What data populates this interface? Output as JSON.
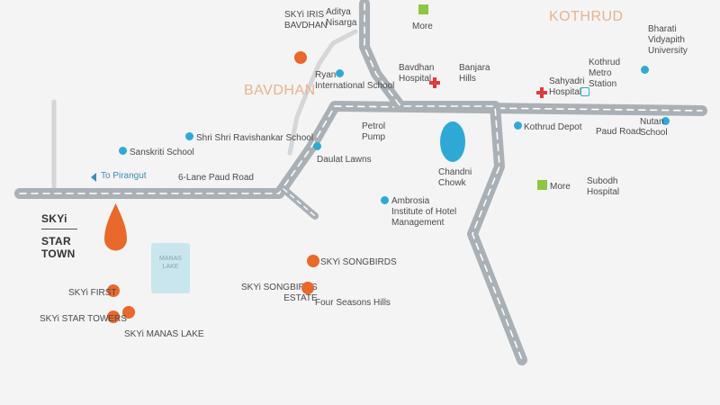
{
  "areas": {
    "bavdhan": "BAVDHAN",
    "kothrud": "KOTHRUD"
  },
  "project": {
    "brand_line1": "SKYi",
    "brand_line2": "STAR TOWN"
  },
  "direction": {
    "to_pirangut": "To Pirangut"
  },
  "roads": {
    "paud_6lane": "6-Lane Paud Road",
    "paud_road": "Paud Road"
  },
  "landmarks": {
    "skyi_iris_bavdhan": "SKYi IRIS\nBAVDHAN",
    "aditya_nisarga": "Aditya\nNisarga",
    "more_top": "More",
    "ryan_school": "Ryan\nInternational School",
    "bavdhan_hospital": "Bavdhan\nHospital",
    "banjara_hills": "Banjara\nHills",
    "sahyadri_hospital": "Sahyadri\nHospital",
    "kothrud_metro": "Kothrud\nMetro\nStation",
    "bharati_vidyapith": "Bharati\nVidyapith\nUniversity",
    "shri_shri_school": "Shri Shri Ravishankar School",
    "sanskriti_school": "Sanskriti School",
    "petrol_pump": "Petrol\nPump",
    "daulat_lawns": "Daulat Lawns",
    "chandni_chowk": "Chandni\nChowk",
    "kothrud_depot": "Kothrud Depot",
    "nutan_school": "Nutan\nSchool",
    "ambrosia": "Ambrosia\nInstitute of Hotel\nManagement",
    "more_right": "More",
    "subodh_hospital": "Subodh\nHospital",
    "manas_lake": "MANAS\nLAKE",
    "skyi_songbirds": "SKYi SONGBIRDS",
    "skyi_songbirds_estate": "SKYi SONGBIRDS\nESTATE",
    "four_seasons_hills": "Four Seasons Hills",
    "skyi_first": "SKYi FIRST",
    "skyi_star_towers": "SKYi STAR TOWERS",
    "skyi_manas_lake": "SKYi MANAS LAKE"
  },
  "legend_colors": {
    "road_fill": "#a9b0b6",
    "road_dash": "#ffffff",
    "school_dot": "#2ea9d6",
    "project_dot": "#e8692b",
    "store_marker": "#8dc63f",
    "hospital_marker": "#e03a3a",
    "area_label": "#e7b38f"
  },
  "icons": [
    "school-dot-icon",
    "hospital-cross-icon",
    "metro-icon",
    "store-square-icon",
    "project-pin-icon",
    "direction-arrow-icon"
  ]
}
